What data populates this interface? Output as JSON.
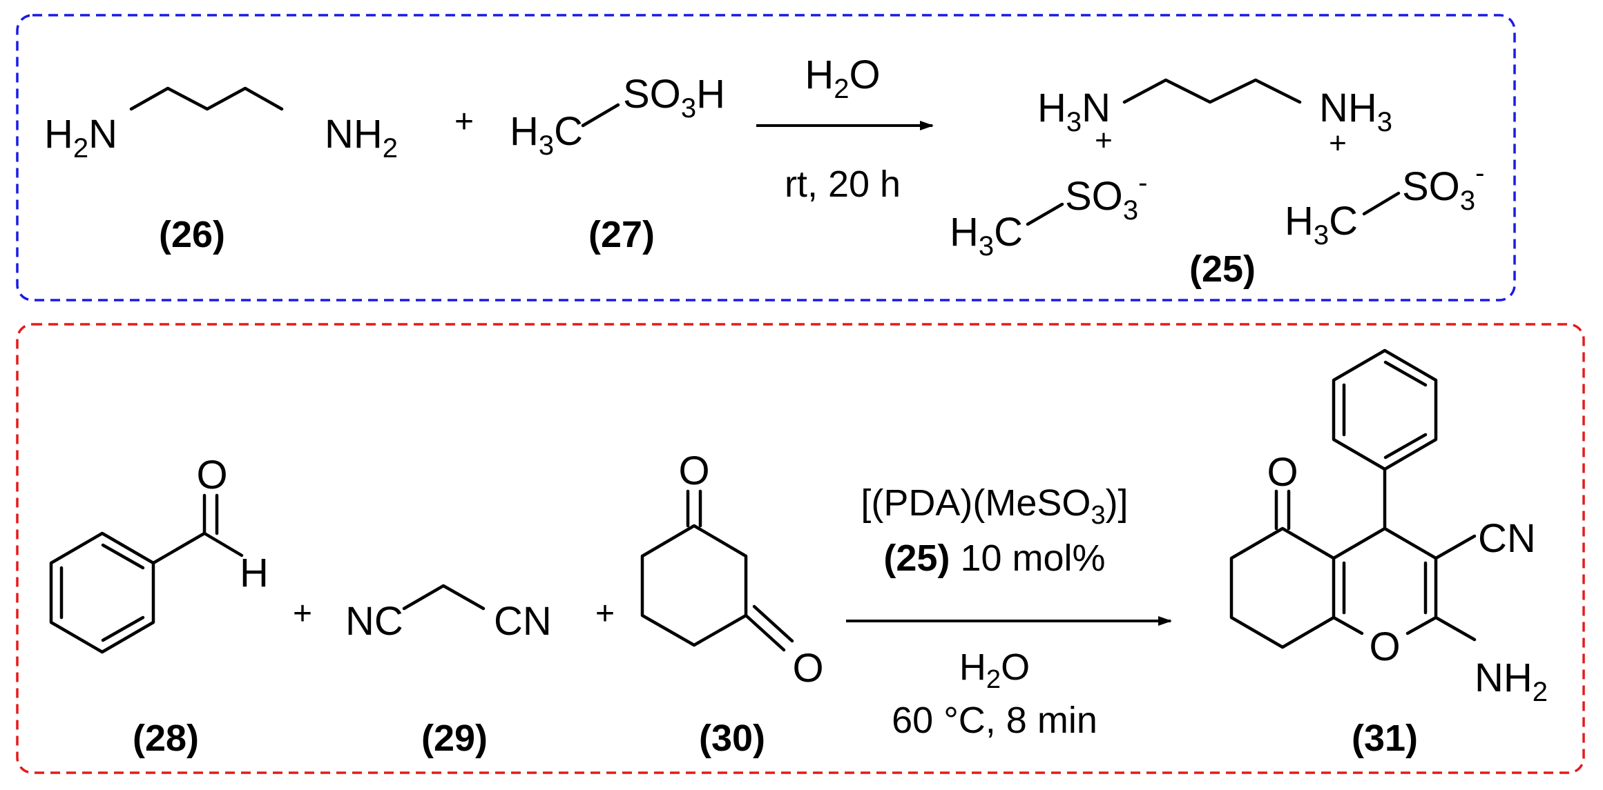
{
  "panel_top": {
    "border_color": "#1a1ae6",
    "reactant_26": {
      "left_amine": "H2N",
      "right_amine": "NH2",
      "label": "(26)"
    },
    "plus": "+",
    "reactant_27": {
      "methyl": "H3C",
      "acid": "SO3H",
      "label": "(27)"
    },
    "conditions": {
      "above": "H2O",
      "below": "rt, 20 h"
    },
    "product_25": {
      "left_ammonium": "H3N",
      "right_ammonium": "NH3",
      "charge": "+",
      "anion_methyl": "H3C",
      "anion": "SO3",
      "anion_charge": "-",
      "label": "(25)"
    }
  },
  "panel_bottom": {
    "border_color": "#e61a1a",
    "reactant_28": {
      "oxygen": "O",
      "hydrogen": "H",
      "label": "(28)"
    },
    "plus": "+",
    "reactant_29": {
      "left_nitrile": "NC",
      "right_nitrile": "CN",
      "label": "(29)"
    },
    "reactant_30": {
      "oxygen_top": "O",
      "oxygen_bottom": "O",
      "label": "(30)"
    },
    "conditions": {
      "catalyst_line1": "[(PDA)(MeSO3)]",
      "catalyst_ref": "(25)",
      "catalyst_loading": "10 mol%",
      "solvent": "H2O",
      "temp_time": "60 °C, 8 min"
    },
    "product_31": {
      "ketone_oxygen": "O",
      "ring_oxygen": "O",
      "nitrile": "CN",
      "amine": "NH2",
      "label": "(31)"
    }
  }
}
